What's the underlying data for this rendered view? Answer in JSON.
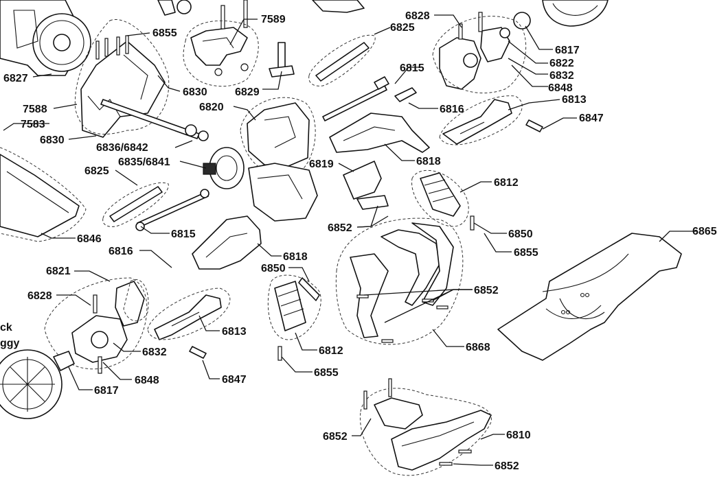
{
  "figure": {
    "fragment_text": [
      "ck",
      "ggy"
    ]
  },
  "part_numbers": {
    "p7589": "7589",
    "p6855_top": "6855",
    "p6828_top": "6828",
    "p6825_top": "6825",
    "p6817_top": "6817",
    "p6822": "6822",
    "p6832_top": "6832",
    "p6848_top": "6848",
    "p6815_top": "6815",
    "p6813_top": "6813",
    "p6847_top": "6847",
    "p6827": "6827",
    "p6830_a": "6830",
    "p6829": "6829",
    "p7588": "7588",
    "p6820": "6820",
    "p6816_top": "6816",
    "p7583": "7583",
    "p6830_b": "6830",
    "p6836_6842": "6836/6842",
    "p6818_top": "6818",
    "p6835_6841": "6835/6841",
    "p6819": "6819",
    "p6825_left": "6825",
    "p6812_top": "6812",
    "p6850_top": "6850",
    "p6846": "6846",
    "p6815_left": "6815",
    "p6852_a": "6852",
    "p6855_mid": "6855",
    "p6865": "6865",
    "p6816_left": "6816",
    "p6818_left": "6818",
    "p6850_left": "6850",
    "p6821": "6821",
    "p6852_b": "6852",
    "p6828_left": "6828",
    "p6813_left": "6813",
    "p6812_left": "6812",
    "p6868": "6868",
    "p6832_left": "6832",
    "p6848_left": "6848",
    "p6855_bot": "6855",
    "p6847_left": "6847",
    "p6817_left": "6817",
    "p6810": "6810",
    "p6852_c": "6852",
    "p6852_d": "6852"
  }
}
